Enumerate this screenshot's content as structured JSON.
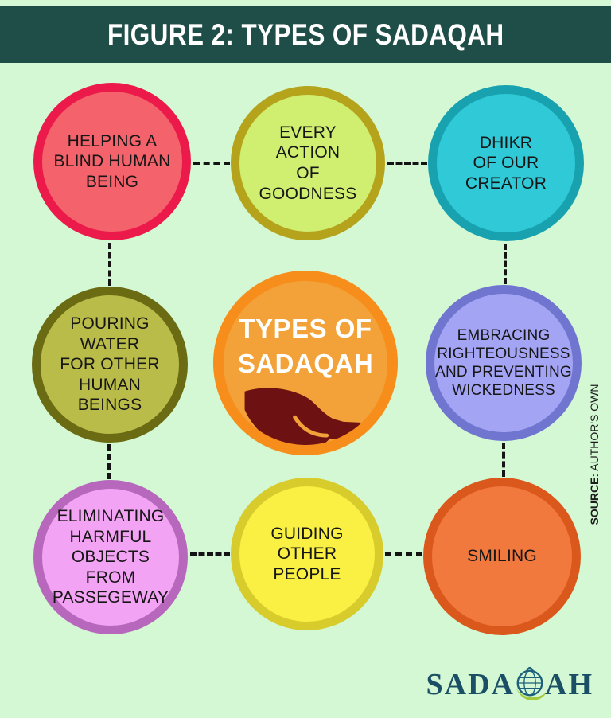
{
  "header": {
    "title": "FIGURE 2: TYPES OF SADAQAH"
  },
  "center_node": {
    "title": "TYPES OF\nSADAQAH",
    "fill": "#f2a238",
    "ring": "#f78d1b",
    "hand_icon_color": "#6e1113"
  },
  "nodes": [
    {
      "label": "HELPING A\nBLIND HUMAN\nBEING",
      "fill": "#f4636c",
      "border": "#ec1a4b"
    },
    {
      "label": "EVERY\nACTION\nOF\nGOODNESS",
      "fill": "#d0ee70",
      "border": "#b5a31b"
    },
    {
      "label": "DHIKR\nOF OUR\nCREATOR",
      "fill": "#2fc9d7",
      "border": "#18a2b0"
    },
    {
      "label": "POURING\nWATER\nFOR OTHER\nHUMAN\nBEINGS",
      "fill": "#babc4a",
      "border": "#6b6b13"
    },
    {
      "label": "EMBRACING\nRIGHTEOUSNESS\nAND PREVENTING\nWICKEDNESS",
      "fill": "#a4a4f4",
      "border": "#7076d0"
    },
    {
      "label": "ELIMINATING\nHARMFUL\nOBJECTS\nFROM\nPASSEGEWAY",
      "fill": "#f3a3f3",
      "border": "#b768bd"
    },
    {
      "label": "GUIDING\nOTHER\nPEOPLE",
      "fill": "#f9f043",
      "border": "#d7cc2b"
    },
    {
      "label": "SMILING",
      "fill": "#f1793e",
      "border": "#da581c"
    }
  ],
  "source_note": {
    "label_bold": "SOURCE:",
    "label_rest": " AUTHOR'S OWN"
  },
  "logo": {
    "text_left": "SADA",
    "text_right": "AH"
  },
  "colors": {
    "background": "#d4f8d4",
    "header_bg": "#1f4e48",
    "header_text": "#ffffff",
    "connector": "#141414",
    "logo_text": "#1b4f66",
    "logo_leaf": "#a3c93f"
  }
}
